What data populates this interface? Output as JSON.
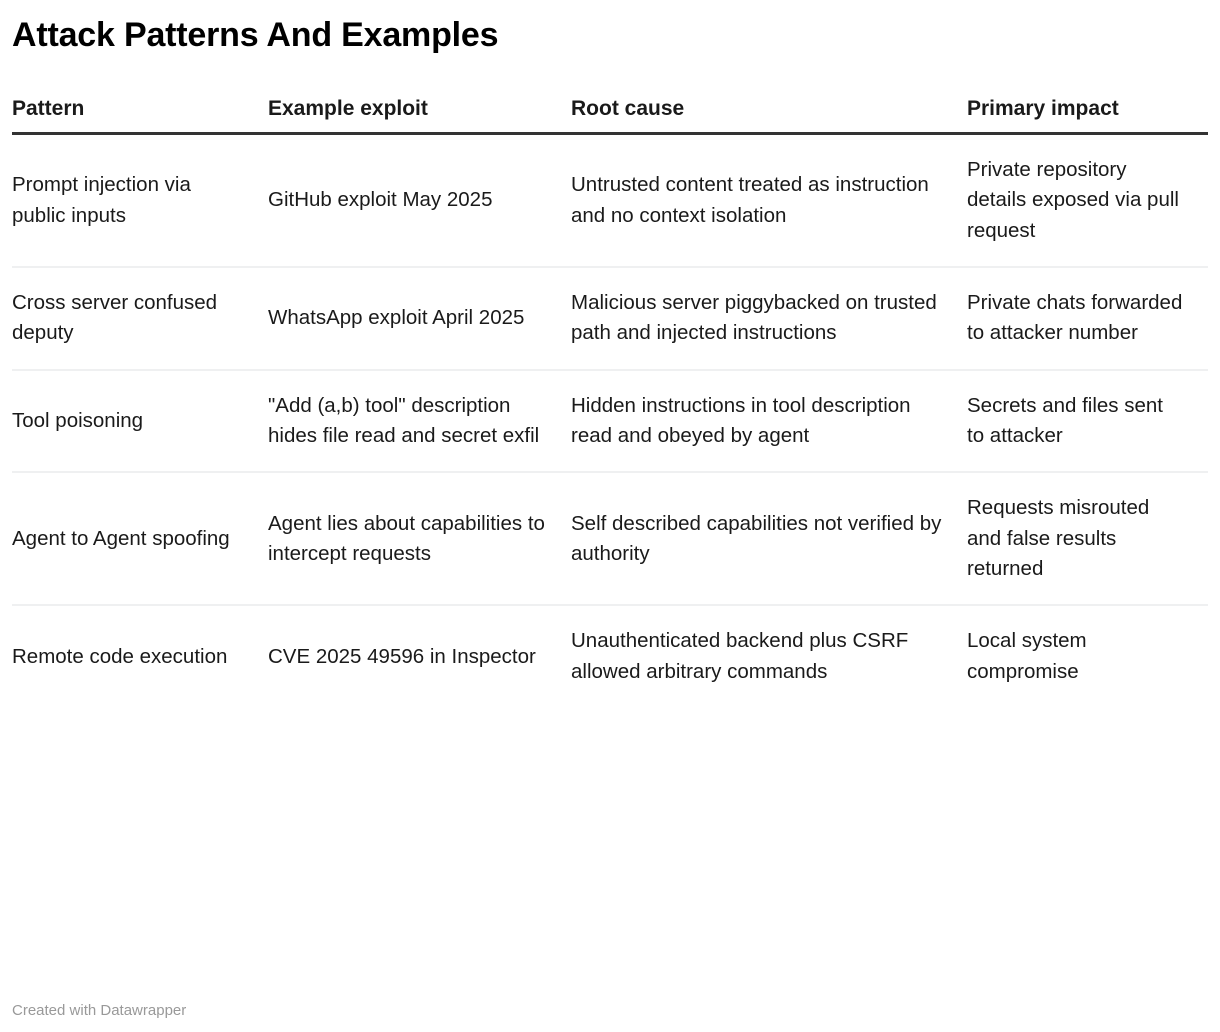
{
  "title": "Attack Patterns And Examples",
  "table": {
    "columns": [
      "Pattern",
      "Example exploit",
      "Root cause",
      "Primary impact"
    ],
    "rows": [
      {
        "pattern": "Prompt injection via public inputs",
        "example": "GitHub exploit May 2025",
        "root_cause": "Untrusted content treated as instruction and no context isolation",
        "impact": "Private repository details exposed via pull request"
      },
      {
        "pattern": "Cross server confused deputy",
        "example": "WhatsApp exploit April 2025",
        "root_cause": "Malicious server piggybacked on trusted path and injected instructions",
        "impact": "Private chats forwarded to attacker number"
      },
      {
        "pattern": "Tool poisoning",
        "example": "\"Add (a,b) tool\" description hides file read and secret exfil",
        "root_cause": "Hidden instructions in tool description read and obeyed by agent",
        "impact": "Secrets and files sent to attacker"
      },
      {
        "pattern": "Agent to Agent spoofing",
        "example": "Agent lies about capabilities to intercept requests",
        "root_cause": "Self described capabilities not verified by authority",
        "impact": "Requests misrouted and false results returned"
      },
      {
        "pattern": "Remote code execution",
        "example": "CVE 2025 49596 in Inspector",
        "root_cause": "Unauthenticated backend plus CSRF allowed arbitrary commands",
        "impact": "Local system compromise"
      }
    ]
  },
  "footer": {
    "credit": "Created with Datawrapper"
  },
  "colors": {
    "background": "#ffffff",
    "text": "#1a1a1a",
    "header_rule": "#333333",
    "row_rule": "#eff0f1",
    "footer_text": "#999999"
  }
}
